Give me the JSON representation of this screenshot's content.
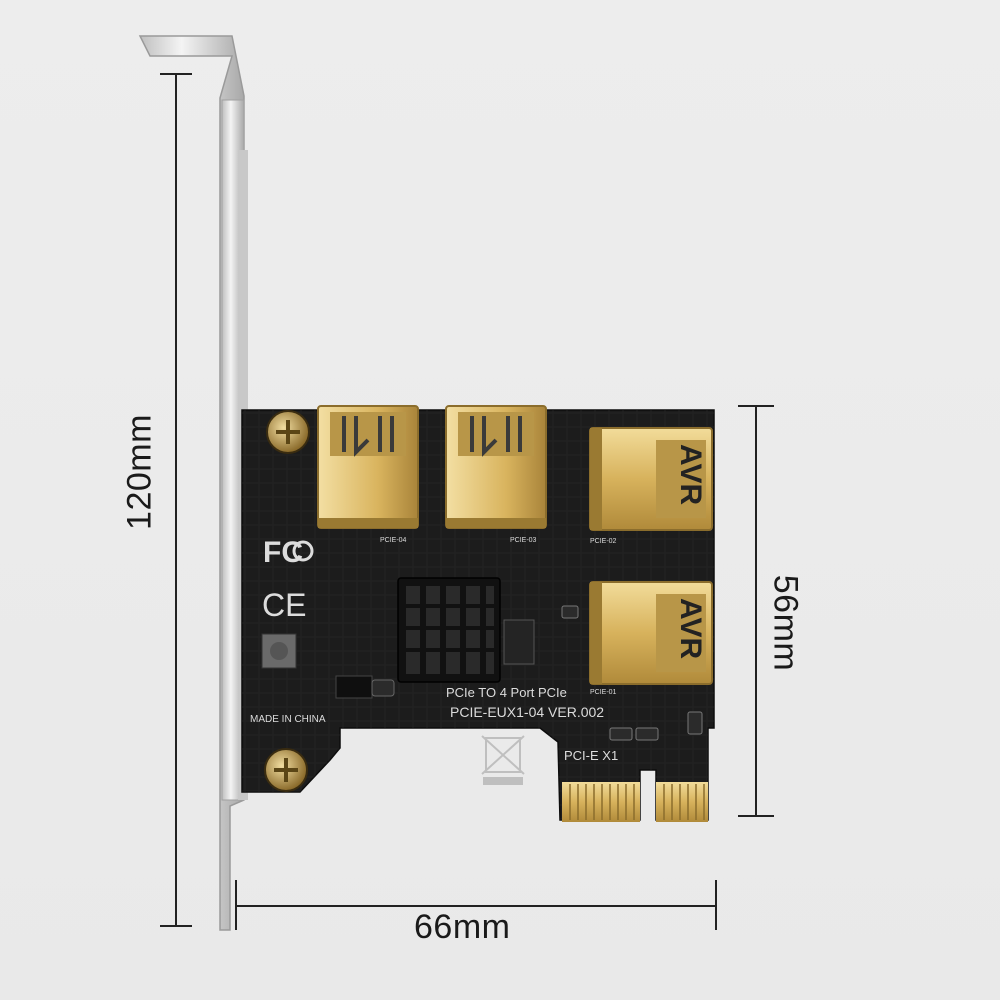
{
  "dimensions": {
    "height_label": "120mm",
    "width_label": "66mm",
    "board_height_label": "56mm"
  },
  "board": {
    "title_line": "PCIe TO 4 Port PCIe",
    "model_line": "PCIE-EUX1-04  VER.002",
    "slot_label": "PCI-E X1",
    "made_in": "MADE IN CHINA",
    "cert_fcc": "FC",
    "cert_ce": "CE",
    "ports": [
      "PCIE-04",
      "PCIE-03",
      "PCIE-02",
      "PCIE-01"
    ],
    "port_logo": "AVR"
  },
  "colors": {
    "pcb": "#1c1c1c",
    "gold": "#d9b45a",
    "bracket": "#d6d6d6",
    "dimension_line": "#222222"
  }
}
